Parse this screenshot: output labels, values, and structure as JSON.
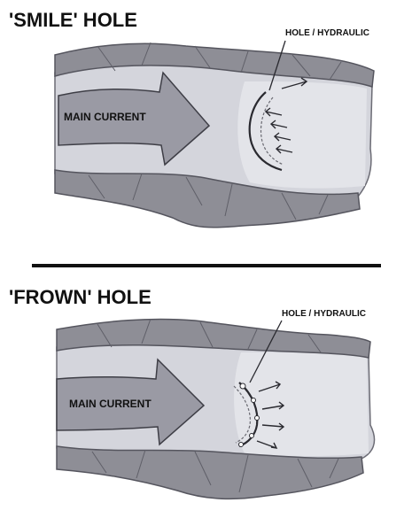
{
  "panels": [
    {
      "id": "smile",
      "title": "'SMILE' HOLE",
      "callout": "HOLE / HYDRAULIC",
      "current_label": "MAIN CURRENT"
    },
    {
      "id": "frown",
      "title": "'FROWN' HOLE",
      "callout": "HOLE / HYDRAULIC",
      "current_label": "MAIN CURRENT"
    }
  ],
  "colors": {
    "bank": "#8e8e96",
    "bank_dark": "#5f5f68",
    "water": "#d4d5dc",
    "water_light": "#e6e7ec",
    "arrow": "#9a9aa4",
    "ink": "#222222"
  }
}
